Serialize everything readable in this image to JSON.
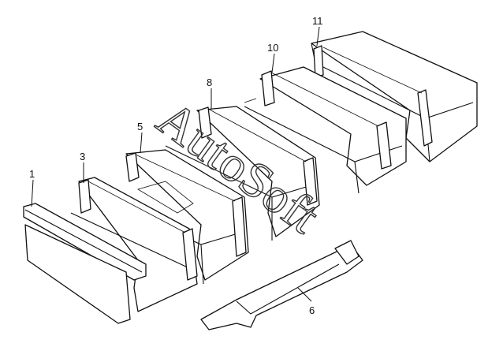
{
  "diagram": {
    "callouts": [
      {
        "id": "c1",
        "label": "1"
      },
      {
        "id": "c3",
        "label": "3"
      },
      {
        "id": "c5",
        "label": "5"
      },
      {
        "id": "c8",
        "label": "8"
      },
      {
        "id": "c10",
        "label": "10"
      },
      {
        "id": "c11",
        "label": "11"
      },
      {
        "id": "c6",
        "label": "6"
      }
    ],
    "watermark": "AutoSoft",
    "colors": {
      "line": "#111111",
      "background": "#ffffff"
    }
  }
}
